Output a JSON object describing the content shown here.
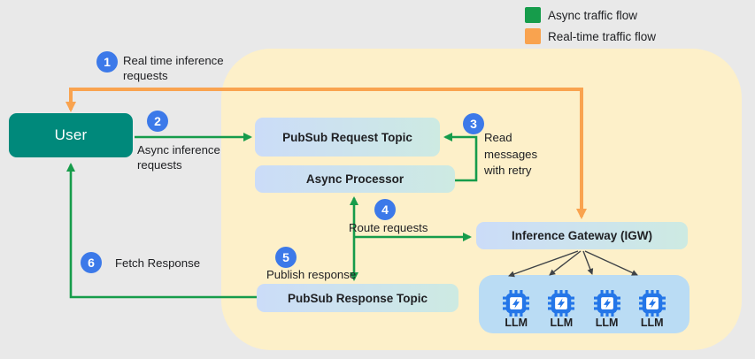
{
  "legend": {
    "items": [
      {
        "label": "Async traffic flow",
        "color": "#169c4b"
      },
      {
        "label": "Real-time traffic flow",
        "color": "#f9a34f"
      }
    ]
  },
  "nodes": {
    "user": {
      "label": "User"
    },
    "pubsub_request": {
      "label": "PubSub Request Topic"
    },
    "async_processor": {
      "label": "Async Processor"
    },
    "inference_gateway": {
      "label": "Inference Gateway (IGW)"
    },
    "pubsub_response": {
      "label": "PubSub Response Topic"
    },
    "llm": {
      "label": "LLM",
      "count": 4
    }
  },
  "steps": [
    {
      "num": "1",
      "label": "Real time inference requests"
    },
    {
      "num": "2",
      "label": "Async inference requests"
    },
    {
      "num": "3",
      "label": "Read messages with retry"
    },
    {
      "num": "4",
      "label": "Route requests"
    },
    {
      "num": "5",
      "label": "Publish response"
    },
    {
      "num": "6",
      "label": "Fetch Response"
    }
  ],
  "flows": [
    {
      "step": "1",
      "from": "User",
      "to": "Inference Gateway (IGW)",
      "type": "real-time",
      "bidirectional": true
    },
    {
      "step": "2",
      "from": "User",
      "to": "PubSub Request Topic",
      "type": "async"
    },
    {
      "step": "3",
      "from": "Async Processor",
      "to": "PubSub Request Topic",
      "type": "async"
    },
    {
      "step": "4",
      "from": "Async Processor",
      "to": "Inference Gateway (IGW)",
      "type": "async"
    },
    {
      "step": "5",
      "from": "Async Processor",
      "to": "PubSub Response Topic",
      "type": "async"
    },
    {
      "step": "6",
      "from": "PubSub Response Topic",
      "to": "User",
      "type": "async"
    },
    {
      "from": "Inference Gateway (IGW)",
      "to": "LLM",
      "type": "fan-out"
    }
  ],
  "colors": {
    "async_green": "#169c4b",
    "realtime_orange": "#f9a34f",
    "step_blue": "#3c79e9",
    "user_teal": "#00897b",
    "node_gradient_left": "#cbdcf8",
    "node_gradient_right": "#cdeae2",
    "llm_panel_blue": "#badcf4",
    "chip_blue": "#2476e8",
    "container_yellow": "#fdf0c9",
    "background_gray": "#e9e9e9"
  }
}
